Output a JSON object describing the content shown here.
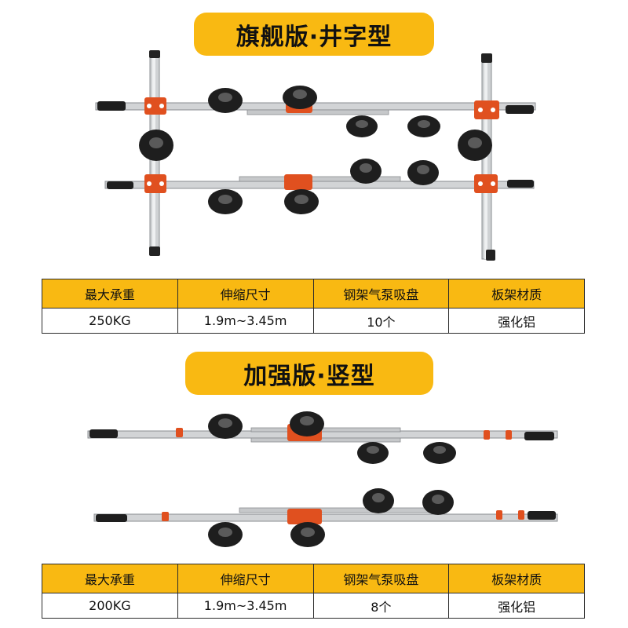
{
  "sections": [
    {
      "title": "旗舰版·井字型",
      "headers": [
        "最大承重",
        "伸缩尺寸",
        "钢架气泵吸盘",
        "板架材质"
      ],
      "values": [
        "250KG",
        "1.9m~3.45m",
        "10个",
        "强化铝"
      ]
    },
    {
      "title": "加强版·竖型",
      "headers": [
        "最大承重",
        "伸缩尺寸",
        "钢架气泵吸盘",
        "板架材质"
      ],
      "values": [
        "200KG",
        "1.9m~3.45m",
        "8个",
        "强化铝"
      ]
    }
  ],
  "colors": {
    "accent": "#f9b912",
    "bracket": "#e0501f",
    "rail": "#d2d4d6",
    "cup": "#1e1e1e"
  }
}
